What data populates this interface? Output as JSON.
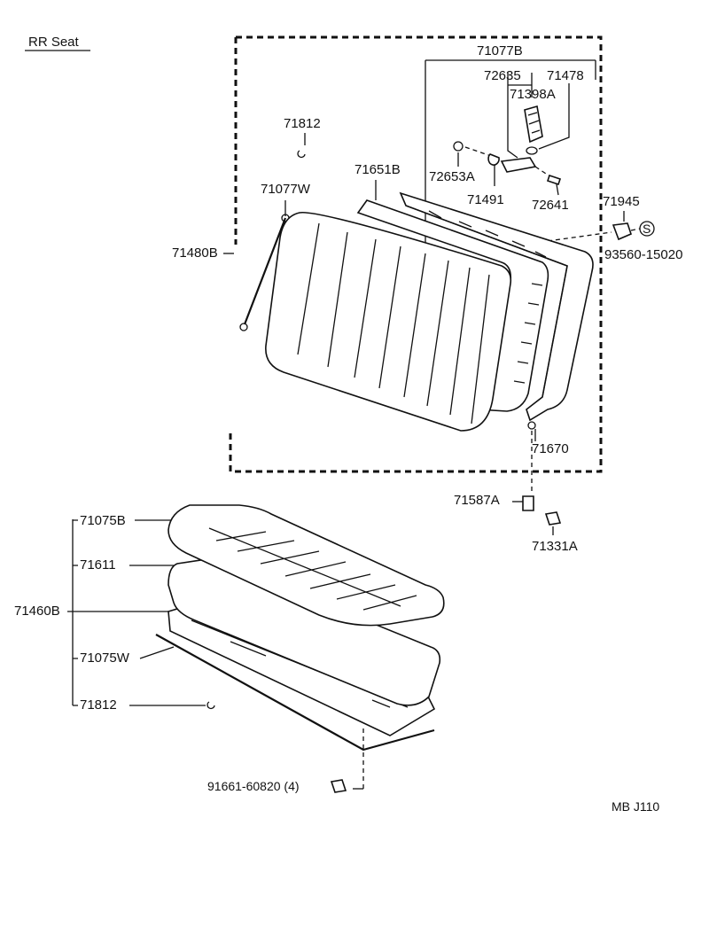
{
  "title": "RR Seat",
  "code": "MB J110",
  "labels": {
    "p71077B": "71077B",
    "p72635": "72635",
    "p71478": "71478",
    "p71398A": "71398A",
    "p71812_top": "71812",
    "p71651B": "71651B",
    "p72653A": "72653A",
    "p71491": "71491",
    "p72641": "72641",
    "p71077W": "71077W",
    "p71945": "71945",
    "p93560": "93560-15020",
    "p71480B": "71480B",
    "p71670": "71670",
    "p71587A": "71587A",
    "p71331A": "71331A",
    "p71075B": "71075B",
    "p71611": "71611",
    "p71460B": "71460B",
    "p71075W": "71075W",
    "p71812_bot": "71812",
    "p91661": "91661-60820 (4)"
  },
  "symbols": {
    "s_mark": "S"
  }
}
